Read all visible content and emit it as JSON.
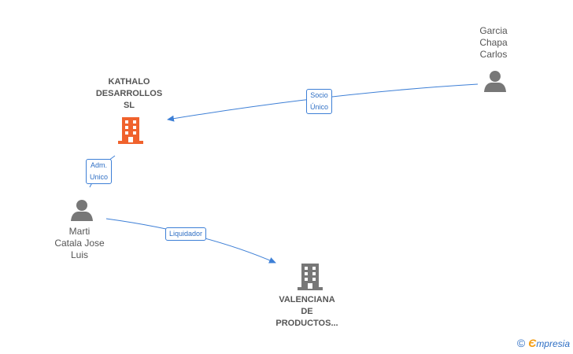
{
  "colors": {
    "edge": "#3d7fd6",
    "focus_company": "#f0622d",
    "company": "#777777",
    "person": "#777777"
  },
  "nodes": {
    "kathalo": {
      "lines": [
        "KATHALO",
        "DESARROLLOS",
        "SL"
      ],
      "icon": "building-icon"
    },
    "garcia": {
      "lines": [
        "Garcia",
        "Chapa",
        "Carlos"
      ],
      "icon": "person-icon"
    },
    "marti": {
      "lines": [
        "Marti",
        "Catala Jose",
        "Luis"
      ],
      "icon": "person-icon"
    },
    "valenciana": {
      "lines": [
        "VALENCIANA",
        "DE",
        "PRODUCTOS..."
      ],
      "icon": "building-icon"
    }
  },
  "edges": {
    "socio": {
      "lines": [
        "Socio",
        "Único"
      ]
    },
    "adm": {
      "lines": [
        "Adm.",
        "Unico"
      ]
    },
    "liquidador": {
      "lines": [
        "Liquidador"
      ]
    }
  },
  "brand": {
    "copyright": "©",
    "e": "Є",
    "name": "mpresia"
  }
}
